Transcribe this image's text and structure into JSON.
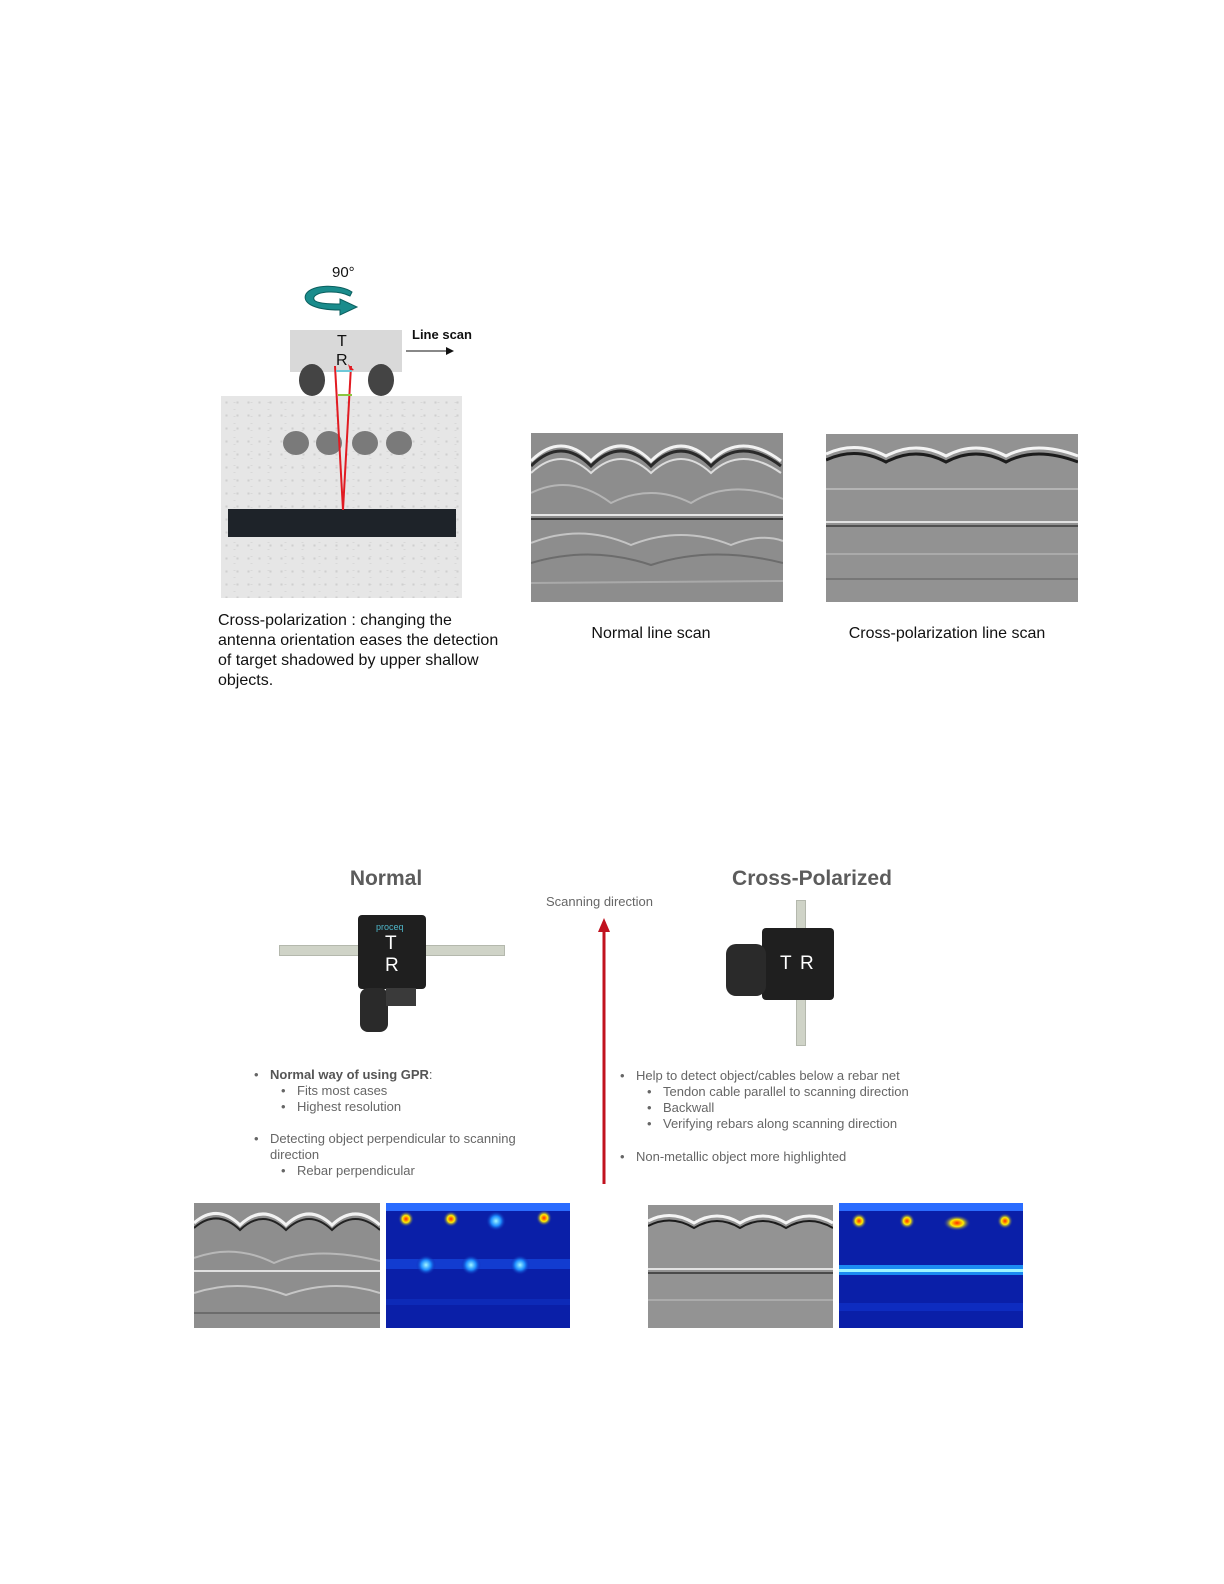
{
  "top": {
    "rotation_label": "90°",
    "line_scan_label": "Line scan",
    "device_t": "T",
    "device_r": "R",
    "caption_left": "Cross-polarization : changing the antenna orientation eases the detection of target shadowed by upper shallow objects.",
    "caption_normal": "Normal line scan",
    "caption_cross": "Cross-polarization line scan"
  },
  "bottom": {
    "normal_title": "Normal",
    "cross_title": "Cross-Polarized",
    "scanning_direction": "Scanning direction",
    "brand": "proceq",
    "device_t": "T",
    "device_r": "R",
    "normal_bullets": [
      {
        "bold": "Normal way of using GPR",
        "rest": ":",
        "sub": [
          "Fits most cases",
          "Highest resolution"
        ]
      },
      {
        "bold": "",
        "rest": "Detecting object perpendicular to scanning direction",
        "sub": [
          "Rebar perpendicular"
        ]
      }
    ],
    "cross_bullets": [
      {
        "text": "Help to detect object/cables below a rebar net",
        "sub": [
          "Tendon cable parallel to scanning direction",
          "Backwall",
          "Verifying rebars along scanning direction"
        ]
      },
      {
        "text": "Non-metallic object more highlighted",
        "sub": []
      }
    ]
  },
  "colors": {
    "arrow_teal": "#1a8c8c",
    "ray_red": "#e11b22",
    "scan_arrow_red": "#c1121f",
    "heatmap_blue": "#0a1fa8"
  }
}
